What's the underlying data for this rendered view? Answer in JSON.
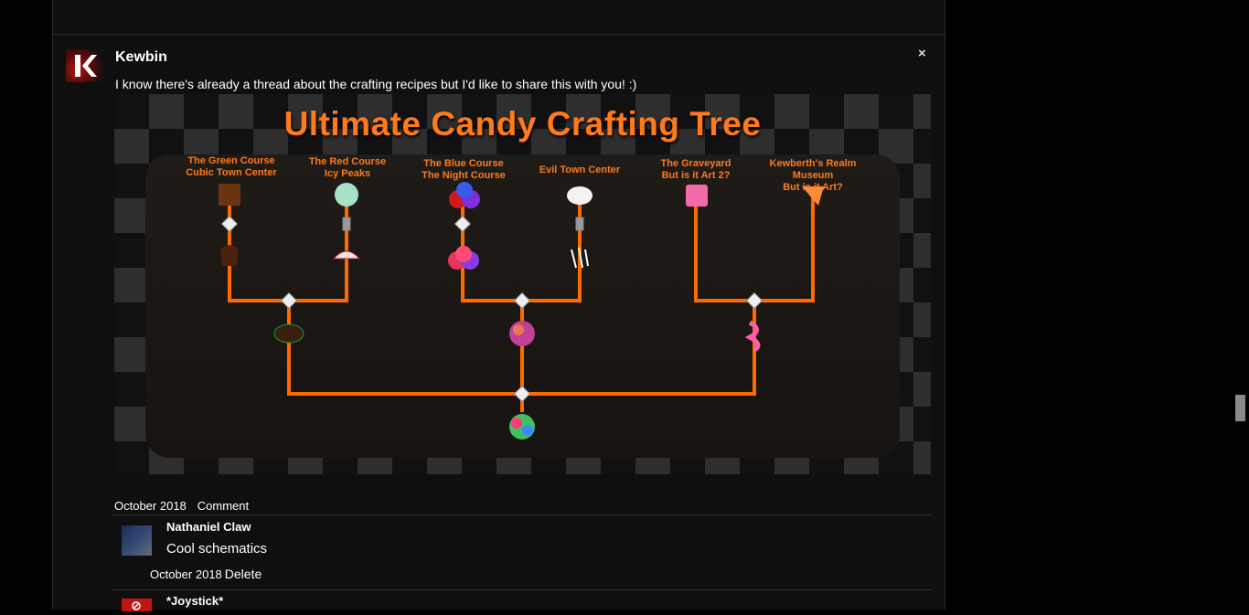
{
  "post": {
    "author": "Kewbin",
    "close_label": "×",
    "text": "I know there's already a thread about the crafting recipes but I'd like to share this with you! :)",
    "date": "October 2018",
    "comment_label": "Comment"
  },
  "image": {
    "title": "Ultimate Candy Crafting Tree",
    "sources": [
      {
        "line1": "The Green Course",
        "line2": "Cubic Town Center"
      },
      {
        "line1": "The Red Course",
        "line2": "Icy Peaks"
      },
      {
        "line1": "The Blue Course",
        "line2": "The Night Course"
      },
      {
        "line1": "Evil Town Center",
        "line2": ""
      },
      {
        "line1": "The Graveyard",
        "line2": "But is it Art 2?"
      },
      {
        "line1": "Kewberth's Realm Museum",
        "line2": "But is it Art?"
      }
    ]
  },
  "comments": [
    {
      "author": "Nathaniel Claw",
      "text": "Cool schematics",
      "date": "October 2018",
      "action": "Delete"
    },
    {
      "author": "*Joystick*"
    }
  ],
  "colors": {
    "accent": "#ff7a1a",
    "background": "#0f0f0f"
  }
}
